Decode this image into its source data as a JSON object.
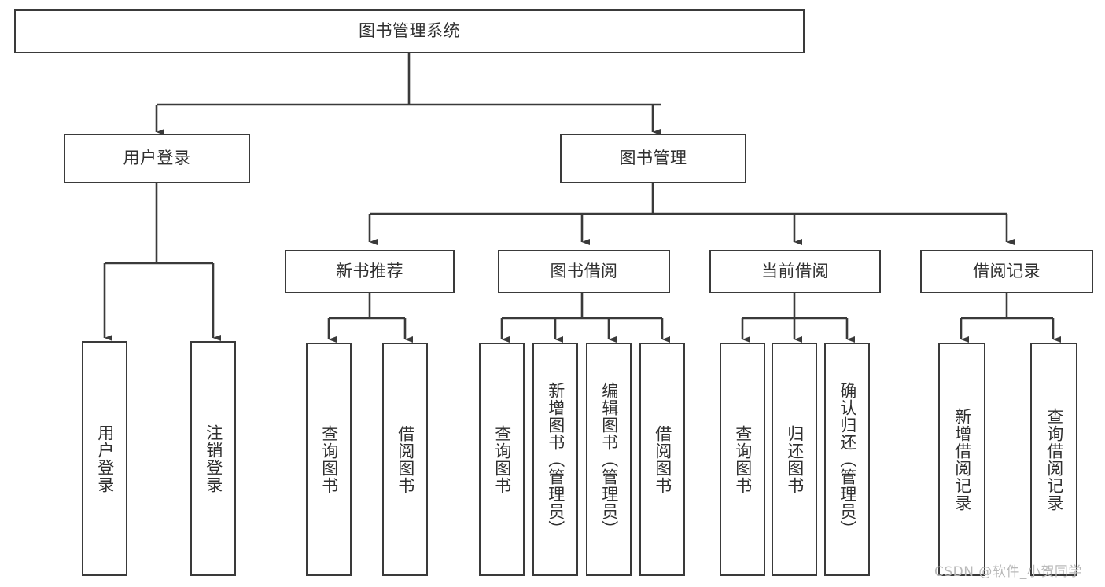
{
  "diagram": {
    "title": "图书管理系统",
    "type": "tree-hierarchy-chart",
    "root": {
      "label": "图书管理系统"
    },
    "level2": [
      {
        "label": "用户登录"
      },
      {
        "label": "图书管理"
      }
    ],
    "level3": [
      {
        "label": "新书推荐"
      },
      {
        "label": "图书借阅"
      },
      {
        "label": "当前借阅"
      },
      {
        "label": "借阅记录"
      }
    ],
    "leaves_user_login": [
      {
        "label": "用户登录"
      },
      {
        "label": "注销登录"
      }
    ],
    "leaves_new_book": [
      {
        "label": "查询图书"
      },
      {
        "label": "借阅图书"
      }
    ],
    "leaves_borrow": [
      {
        "label": "查询图书"
      },
      {
        "label": "新增图书（管理员）"
      },
      {
        "label": "编辑图书（管理员）"
      },
      {
        "label": "借阅图书"
      }
    ],
    "leaves_current": [
      {
        "label": "查询图书"
      },
      {
        "label": "归还图书"
      },
      {
        "label": "确认归还（管理员）"
      }
    ],
    "leaves_records": [
      {
        "label": "新增借阅记录"
      },
      {
        "label": "查询借阅记录"
      }
    ]
  },
  "watermark": {
    "text": "CSDN @软件_小贺同学"
  },
  "colors": {
    "stroke": "#3a3a3a",
    "text": "#2f2f2f",
    "background": "#ffffff",
    "watermark": "#b9b9b9"
  }
}
